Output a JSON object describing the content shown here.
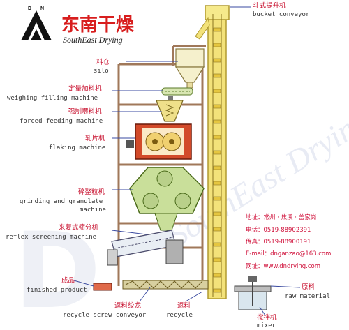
{
  "brand": {
    "logo_letters": [
      "D",
      "N"
    ],
    "name_cn": "东南干燥",
    "name_en": "SouthEast Drying",
    "watermark": "SouthEast Drying"
  },
  "labels": {
    "bucket_conveyor_cn": "斗式提升机",
    "bucket_conveyor_en": "bucket conveyor",
    "silo_cn": "料仓",
    "silo_en": "silo",
    "weighing_cn": "定量加料机",
    "weighing_en": "weighing filling machine",
    "forced_cn": "强制喂料机",
    "forced_en": "forced feeding machine",
    "flaking_cn": "轧片机",
    "flaking_en": "flaking machine",
    "grinding_cn": "碎整粒机",
    "grinding_en_1": "grinding and granulate",
    "grinding_en_2": "machine",
    "screening_cn": "来复式筛分机",
    "screening_en": "reflex screening machine",
    "finished_cn": "成品",
    "finished_en": "finished product",
    "recycle_screw_cn": "返料绞龙",
    "recycle_screw_en": "recycle screw conveyor",
    "recycle_cn": "返料",
    "recycle_en": "recycle",
    "raw_cn": "原料",
    "raw_en": "raw material",
    "mixer_cn": "搅拌机",
    "mixer_en": "mixer"
  },
  "contact": {
    "address": "地址：常州 · 焦溪 · 盖家岗",
    "phone": "电话：0519-88902391",
    "fax": "传真：0519-88900191",
    "email": "E-mail：dnganzao@163.com",
    "website": "网址：www.dndrying.com"
  },
  "colors": {
    "brand_red": "#d81e1e",
    "label_red": "#c8102e",
    "elevator_yellow": "#f3e27a",
    "machine_green": "#c9df9a",
    "frame_brown": "#a0785a"
  }
}
